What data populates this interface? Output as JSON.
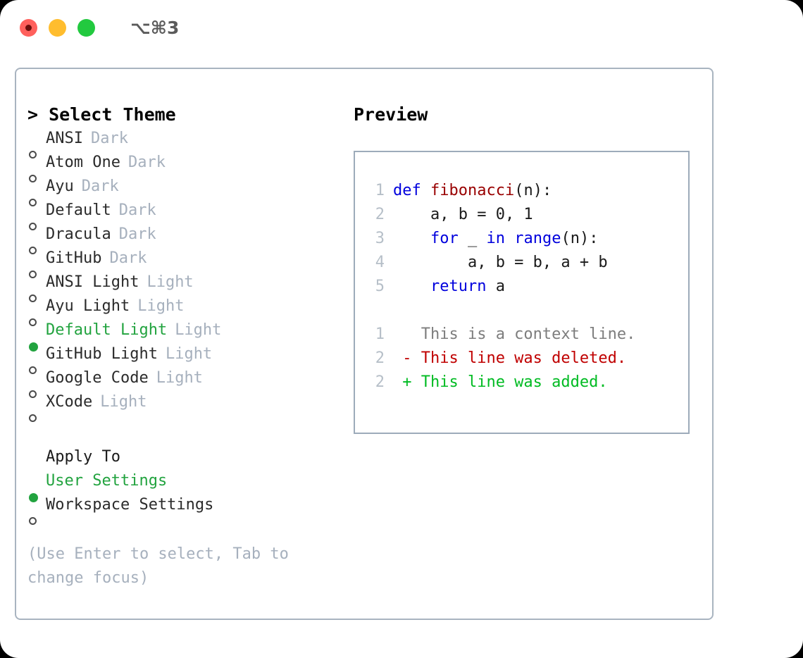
{
  "titlebar": {
    "shortcut": "⌥⌘3",
    "buttons": [
      {
        "name": "close",
        "color": "#ff605c"
      },
      {
        "name": "minimize",
        "color": "#ffbd2e"
      },
      {
        "name": "maximize",
        "color": "#22c93f"
      }
    ]
  },
  "theme_picker": {
    "prompt": "> Select Theme",
    "items": [
      {
        "marker": "empty",
        "name": "ANSI",
        "variant": "Dark",
        "selected": false
      },
      {
        "marker": "empty",
        "name": "Atom One",
        "variant": "Dark",
        "selected": false
      },
      {
        "marker": "empty",
        "name": "Ayu",
        "variant": "Dark",
        "selected": false
      },
      {
        "marker": "empty",
        "name": "Default",
        "variant": "Dark",
        "selected": false
      },
      {
        "marker": "empty",
        "name": "Dracula",
        "variant": "Dark",
        "selected": false
      },
      {
        "marker": "empty",
        "name": "GitHub",
        "variant": "Dark",
        "selected": false
      },
      {
        "marker": "empty",
        "name": "ANSI Light",
        "variant": "Light",
        "selected": false
      },
      {
        "marker": "empty",
        "name": "Ayu Light",
        "variant": "Light",
        "selected": false
      },
      {
        "marker": "filled",
        "name": "Default Light",
        "variant": "Light",
        "selected": true
      },
      {
        "marker": "empty",
        "name": "GitHub Light",
        "variant": "Light",
        "selected": false
      },
      {
        "marker": "empty",
        "name": "Google Code",
        "variant": "Light",
        "selected": false
      },
      {
        "marker": "empty",
        "name": "XCode",
        "variant": "Light",
        "selected": false
      }
    ]
  },
  "apply_to": {
    "heading": "Apply To",
    "options": [
      {
        "marker": "filled",
        "name": "User Settings",
        "selected": true
      },
      {
        "marker": "empty",
        "name": "Workspace Settings",
        "selected": false
      }
    ]
  },
  "hint": "(Use Enter to select, Tab to change focus)",
  "preview": {
    "title": "Preview",
    "code_lines": [
      {
        "num": "1",
        "tokens": [
          {
            "t": "def",
            "c": "kw"
          },
          {
            "t": " ",
            "c": "plain"
          },
          {
            "t": "fibonacci",
            "c": "fn"
          },
          {
            "t": "(n):",
            "c": "plain"
          }
        ]
      },
      {
        "num": "2",
        "tokens": [
          {
            "t": "    a, b = 0, 1",
            "c": "plain"
          }
        ]
      },
      {
        "num": "3",
        "tokens": [
          {
            "t": "    ",
            "c": "plain"
          },
          {
            "t": "for",
            "c": "kw"
          },
          {
            "t": " _ ",
            "c": "plain"
          },
          {
            "t": "in",
            "c": "kw"
          },
          {
            "t": " ",
            "c": "plain"
          },
          {
            "t": "range",
            "c": "kw"
          },
          {
            "t": "(n):",
            "c": "plain"
          }
        ]
      },
      {
        "num": "4",
        "tokens": [
          {
            "t": "        a, b = b, a + b",
            "c": "plain"
          }
        ]
      },
      {
        "num": "5",
        "tokens": [
          {
            "t": "    ",
            "c": "plain"
          },
          {
            "t": "return",
            "c": "kw"
          },
          {
            "t": " a",
            "c": "plain"
          }
        ]
      }
    ],
    "diff_lines": [
      {
        "num": "1",
        "sign": " ",
        "text": "This is a context line.",
        "kind": "ctx"
      },
      {
        "num": "2",
        "sign": "-",
        "text": "This line was deleted.",
        "kind": "del"
      },
      {
        "num": "2",
        "sign": "+",
        "text": "This line was added.",
        "kind": "add"
      }
    ]
  },
  "colors": {
    "accent_green": "#22a33f",
    "muted": "#a6b0bd",
    "keyword": "#0000dd",
    "function": "#990000",
    "diff_add": "#00bb22",
    "diff_del": "#c00000",
    "border": "#a9b4c0"
  }
}
